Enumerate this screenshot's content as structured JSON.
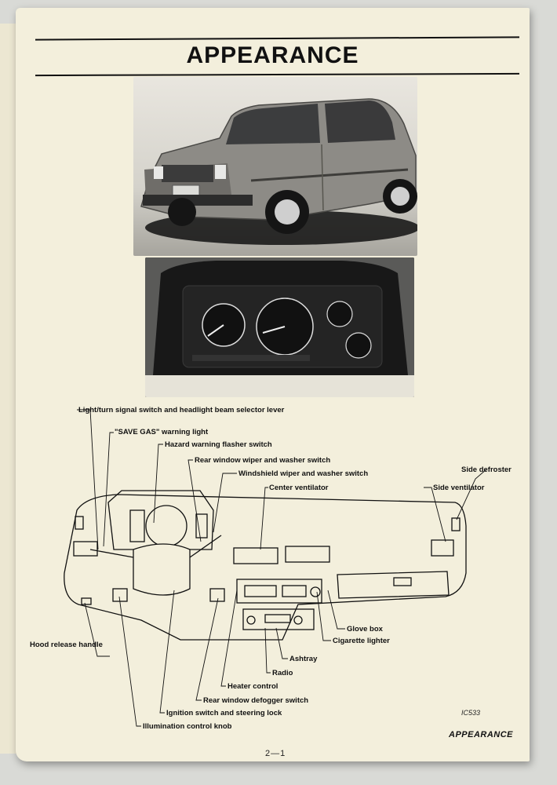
{
  "page": {
    "title": "APPEARANCE",
    "figure_code": "IC533",
    "footer_title": "APPEARANCE",
    "page_number": "2—1"
  },
  "callouts": {
    "light_switch": "Light/turn signal switch and headlight beam selector lever",
    "save_gas": "\"SAVE GAS\" warning light",
    "hazard": "Hazard warning flasher switch",
    "rear_wiper": "Rear window wiper and washer switch",
    "windshield_wiper": "Windshield wiper and washer switch",
    "center_ventilator": "Center ventilator",
    "side_defroster": "Side defroster",
    "side_ventilator": "Side ventilator",
    "glove_box": "Glove box",
    "cigarette_lighter": "Cigarette lighter",
    "ashtray": "Ashtray",
    "radio": "Radio",
    "heater_control": "Heater control",
    "rear_defogger": "Rear window defogger switch",
    "ignition": "Ignition switch and steering lock",
    "illumination": "Illumination control knob",
    "hood_release": "Hood release handle"
  },
  "colors": {
    "paper": "#f3efdc",
    "ink": "#111111",
    "car_body": "#8d8b86"
  }
}
